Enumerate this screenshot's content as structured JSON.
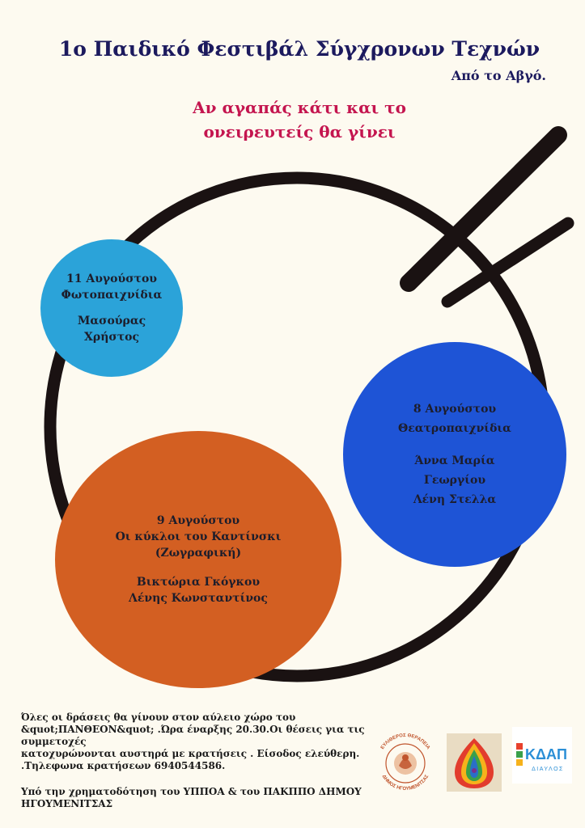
{
  "header": {
    "title": "1ο Παιδικό Φεστιβάλ Σύγχρονων Τεχνών",
    "subtitle": "Από το Αβγό.",
    "motto_line1": "Αν αγαπάς κάτι και το",
    "motto_line2": "ονειρευτείς θα γίνει"
  },
  "events": {
    "photo": {
      "date": "11 Αυγούστου",
      "activity": "Φωτοπαιχνίδια",
      "host_line1": "Μασούρας",
      "host_line2": "Χρήστος"
    },
    "theatre": {
      "date": "8 Αυγούστου",
      "activity": "Θεατροπαιχνίδια",
      "host_line1": "Άννα Μαρία",
      "host_line2": "Γεωργίου",
      "host_line3": "Λένη Στελλα"
    },
    "kandinsky": {
      "date": "9 Αυγούστου",
      "activity": "Οι κύκλοι του Καντίνσκι",
      "activity_note": "(Ζωγραφική)",
      "host_line1": "Βικτώρια Γκόγκου",
      "host_line2": "Λένης Κωνσταντίνος"
    }
  },
  "info": {
    "line1": "Όλες οι δράσεις θα γίνουν στον αύλειο χώρο του",
    "line2": "&quot;ΠΑΝΘΕΟΝ&quot; .Ώρα έναρξης 20.30.Οι θέσεις για τις",
    "line3": "συμμετοχές",
    "line4": "κατοχυρώνονται αυστηρά με κρατήσεις . Είσοδος ελεύθερη.",
    "line5": ".Τηλεφωνα κρατήσεων 6940544586.",
    "funding_line1": "Υπό την χρηματοδότηση του ΥΠΠΟΑ & του ΠΑΚΠΠΟ ΔΗΜΟΥ",
    "funding_line2": "ΗΓΟΥΜΕΝΙΤΣΑΣ"
  },
  "logos": {
    "therapy": {
      "text_top": "ΕΥΛΙΘΕΡΟΣ ΘΕΡΑΠΕΙΑ",
      "text_bottom": "ΔΗΜΟΣ ΗΓΟΥΜΕΝΙΤΣΑΣ",
      "color": "#c0542c"
    },
    "kdap": {
      "name": "ΚΔΑΠ",
      "sub": "ΔΙΑΥΛΟΣ",
      "color": "#2b8fd6"
    }
  },
  "colors": {
    "background": "#fdfaf0",
    "title": "#1c1a5e",
    "motto": "#c4154f",
    "ring": "#1a1212",
    "circle_photo": "#2ba3d9",
    "circle_theatre": "#1e54d6",
    "circle_kandinsky": "#d35f22"
  }
}
